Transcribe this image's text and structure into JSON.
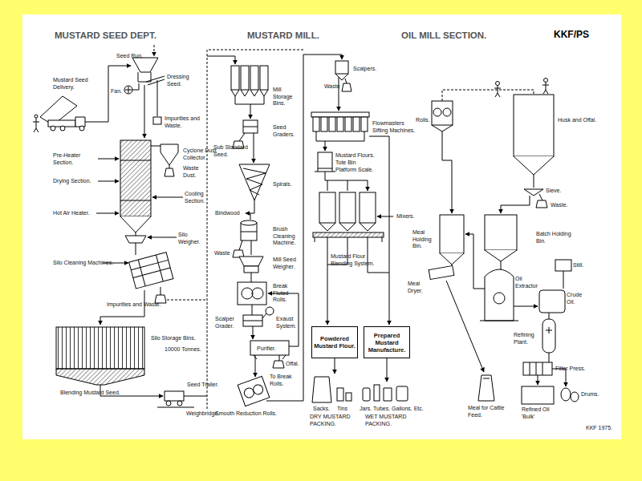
{
  "diagram": {
    "nodes": [
      {
        "text": [
          "Powdered Mustard Flour."
        ]
      },
      {
        "text": [
          "Prepared Mustard Manufacture."
        ]
      }
    ],
    "labels": [
      "MUSTARD SEED DEPT.",
      "MUSTARD MILL.",
      "OIL MILL SECTION.",
      "KKF/PS",
      "Seed Run.",
      "Mustard Seed Delivery.",
      "Fan.",
      "Dressing Seed.",
      "Impurities and Waste.",
      "Cyclone Dust Collector.",
      "Waste Dust.",
      "Pre-Heater Section.",
      "Drying Section.",
      "Cooling Section.",
      "Hot Air Heater.",
      "Silo Weigher.",
      "Silo Cleaning Machines.",
      "Impurities and Waste.",
      "Silo Storage Bins.",
      "10000 Tonnes.",
      "Blending Mustard Seed.",
      "Seed Trailer.",
      "Weighbridge.",
      "Mill Storage Bins.",
      "Seed Graders.",
      "Sub Standard Seed.",
      "Spirals.",
      "Bindwood",
      "Brush Cleaning Machine.",
      "Waste",
      "Mill Seed Weigher.",
      "Break Fluted Rolls.",
      "Scalper Grader.",
      "Exaust System.",
      "Purifier.",
      "Offal.",
      "To Break Rolls.",
      "Smooth Reduction Rolls.",
      "Scalpers.",
      "Waste",
      "Flowmasters Sifting Machines.",
      "Mustard Flours.",
      "Tote Bin Platform Scale.",
      "Mixers.",
      "Mustard Flour Blending System.",
      "Sacks.",
      "Tins",
      "DRY MUSTARD PACKING.",
      "Jars. Tubes. Gallons. Etc.",
      "WET MUSTARD PACKING.",
      "Rolls.",
      "Husk and Offal.",
      "Sieve.",
      "Waste.",
      "Meal Holding Bin.",
      "Batch Holding Bin.",
      "Still.",
      "Meal Dryer.",
      "Oil Extractor",
      "Crude Oil.",
      "Refining Plant.",
      "Filter Press.",
      "Drums.",
      "Meal for Cattle Feed.",
      "Refined Oil 'Bulk'",
      "KKF 1975."
    ]
  }
}
